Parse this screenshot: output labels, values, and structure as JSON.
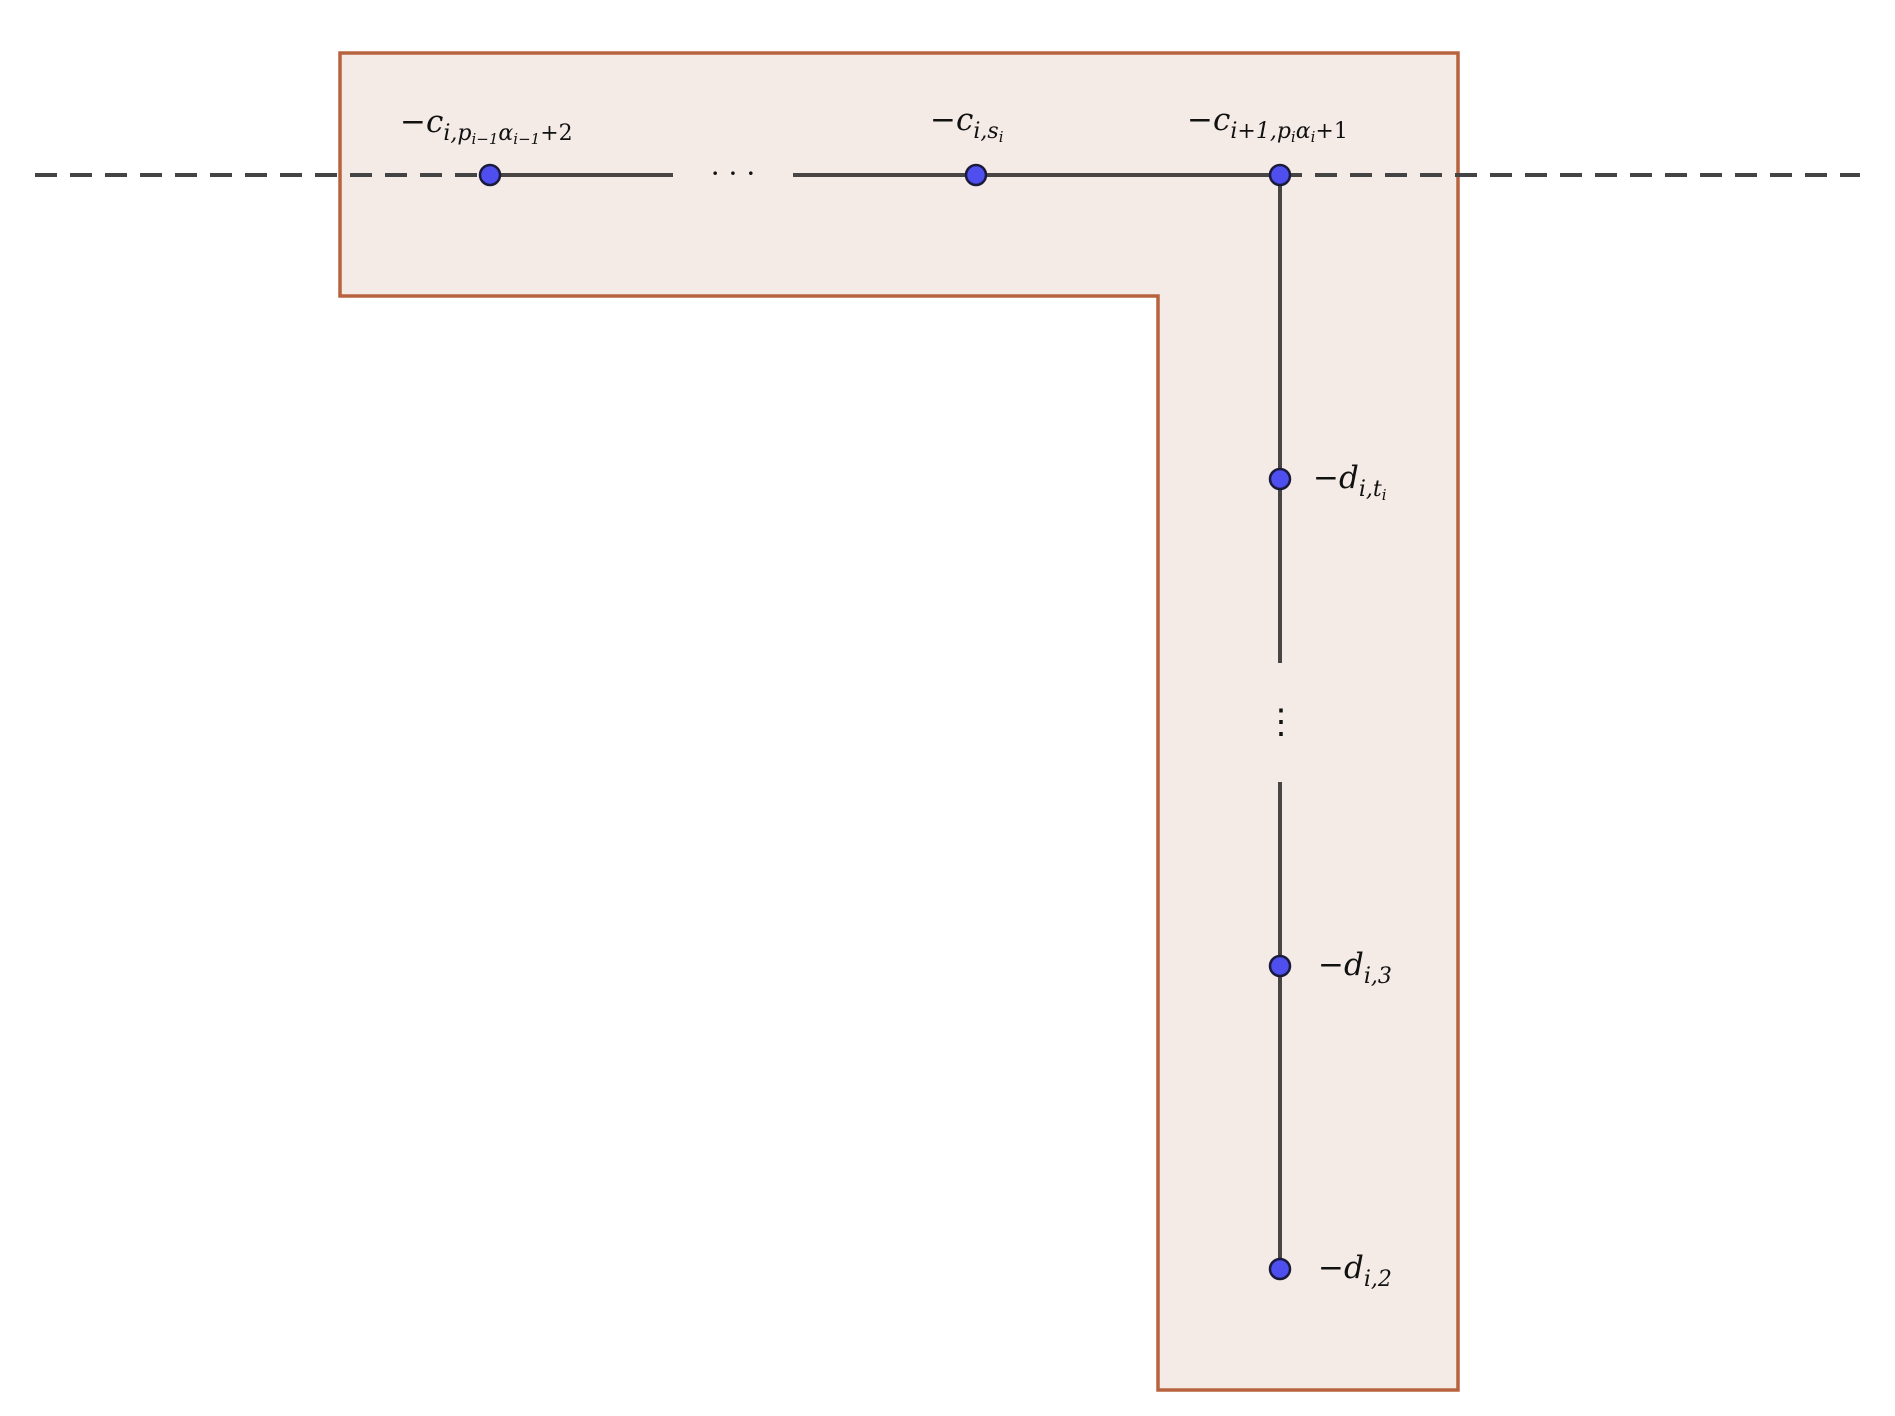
{
  "diagram": {
    "colors": {
      "region_fill": "#f4ebe7",
      "region_stroke": "#b8633f",
      "edge": "#4a4545",
      "dashed_line": "#444444",
      "vertex_fill": "#4f4ff0",
      "vertex_stroke": "#1a1a3a"
    },
    "labels": {
      "c_first": {
        "sign": "−",
        "base": "c",
        "sub": "i,p",
        "subsub": "i−1",
        "sub_tail_alpha": "α",
        "sub_tail_subsub": "i−1",
        "sub_tail_rest": "+2"
      },
      "c_si": {
        "sign": "−",
        "base": "c",
        "sub": "i,s",
        "subsub": "i"
      },
      "c_next": {
        "sign": "−",
        "base": "c",
        "sub": "i+1,p",
        "subsub": "i",
        "sub_tail_alpha": "α",
        "sub_tail_subsub": "i",
        "sub_tail_rest": "+1"
      },
      "d_ti": {
        "sign": "−",
        "base": "d",
        "sub": "i,t",
        "subsub": "i"
      },
      "d_3": {
        "sign": "−",
        "base": "d",
        "sub": "i,3"
      },
      "d_2": {
        "sign": "−",
        "base": "d",
        "sub": "i,2"
      },
      "h_dots": "· · ·",
      "v_dots": "⋮"
    }
  }
}
